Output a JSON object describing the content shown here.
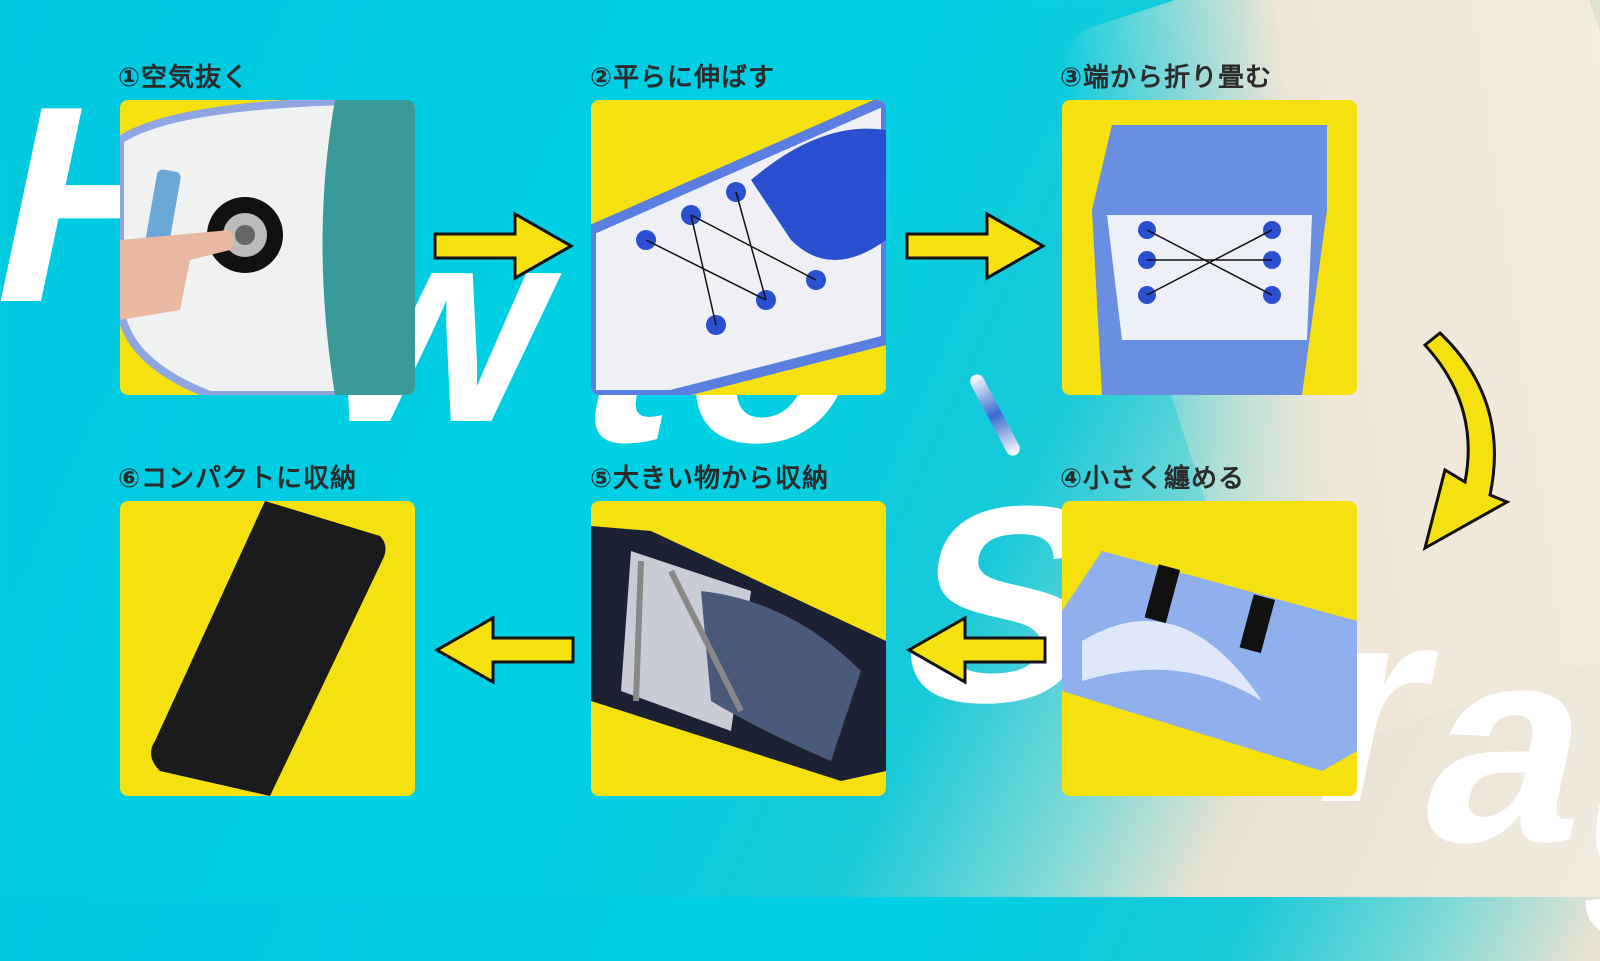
{
  "background_title": "How to Storage",
  "steps": [
    {
      "label": "①空気抜く"
    },
    {
      "label": "②平らに伸ばす"
    },
    {
      "label": "③端から折り畳む"
    },
    {
      "label": "④小さく纏める"
    },
    {
      "label": "⑤大きい物から収納"
    },
    {
      "label": "⑥コンパクトに収納"
    }
  ],
  "colors": {
    "panel": "#f5e10f",
    "arrow": "#f5e10f",
    "arrow_outline": "#111111",
    "sea": "#00c8e0",
    "board": "#3a5fd0"
  }
}
